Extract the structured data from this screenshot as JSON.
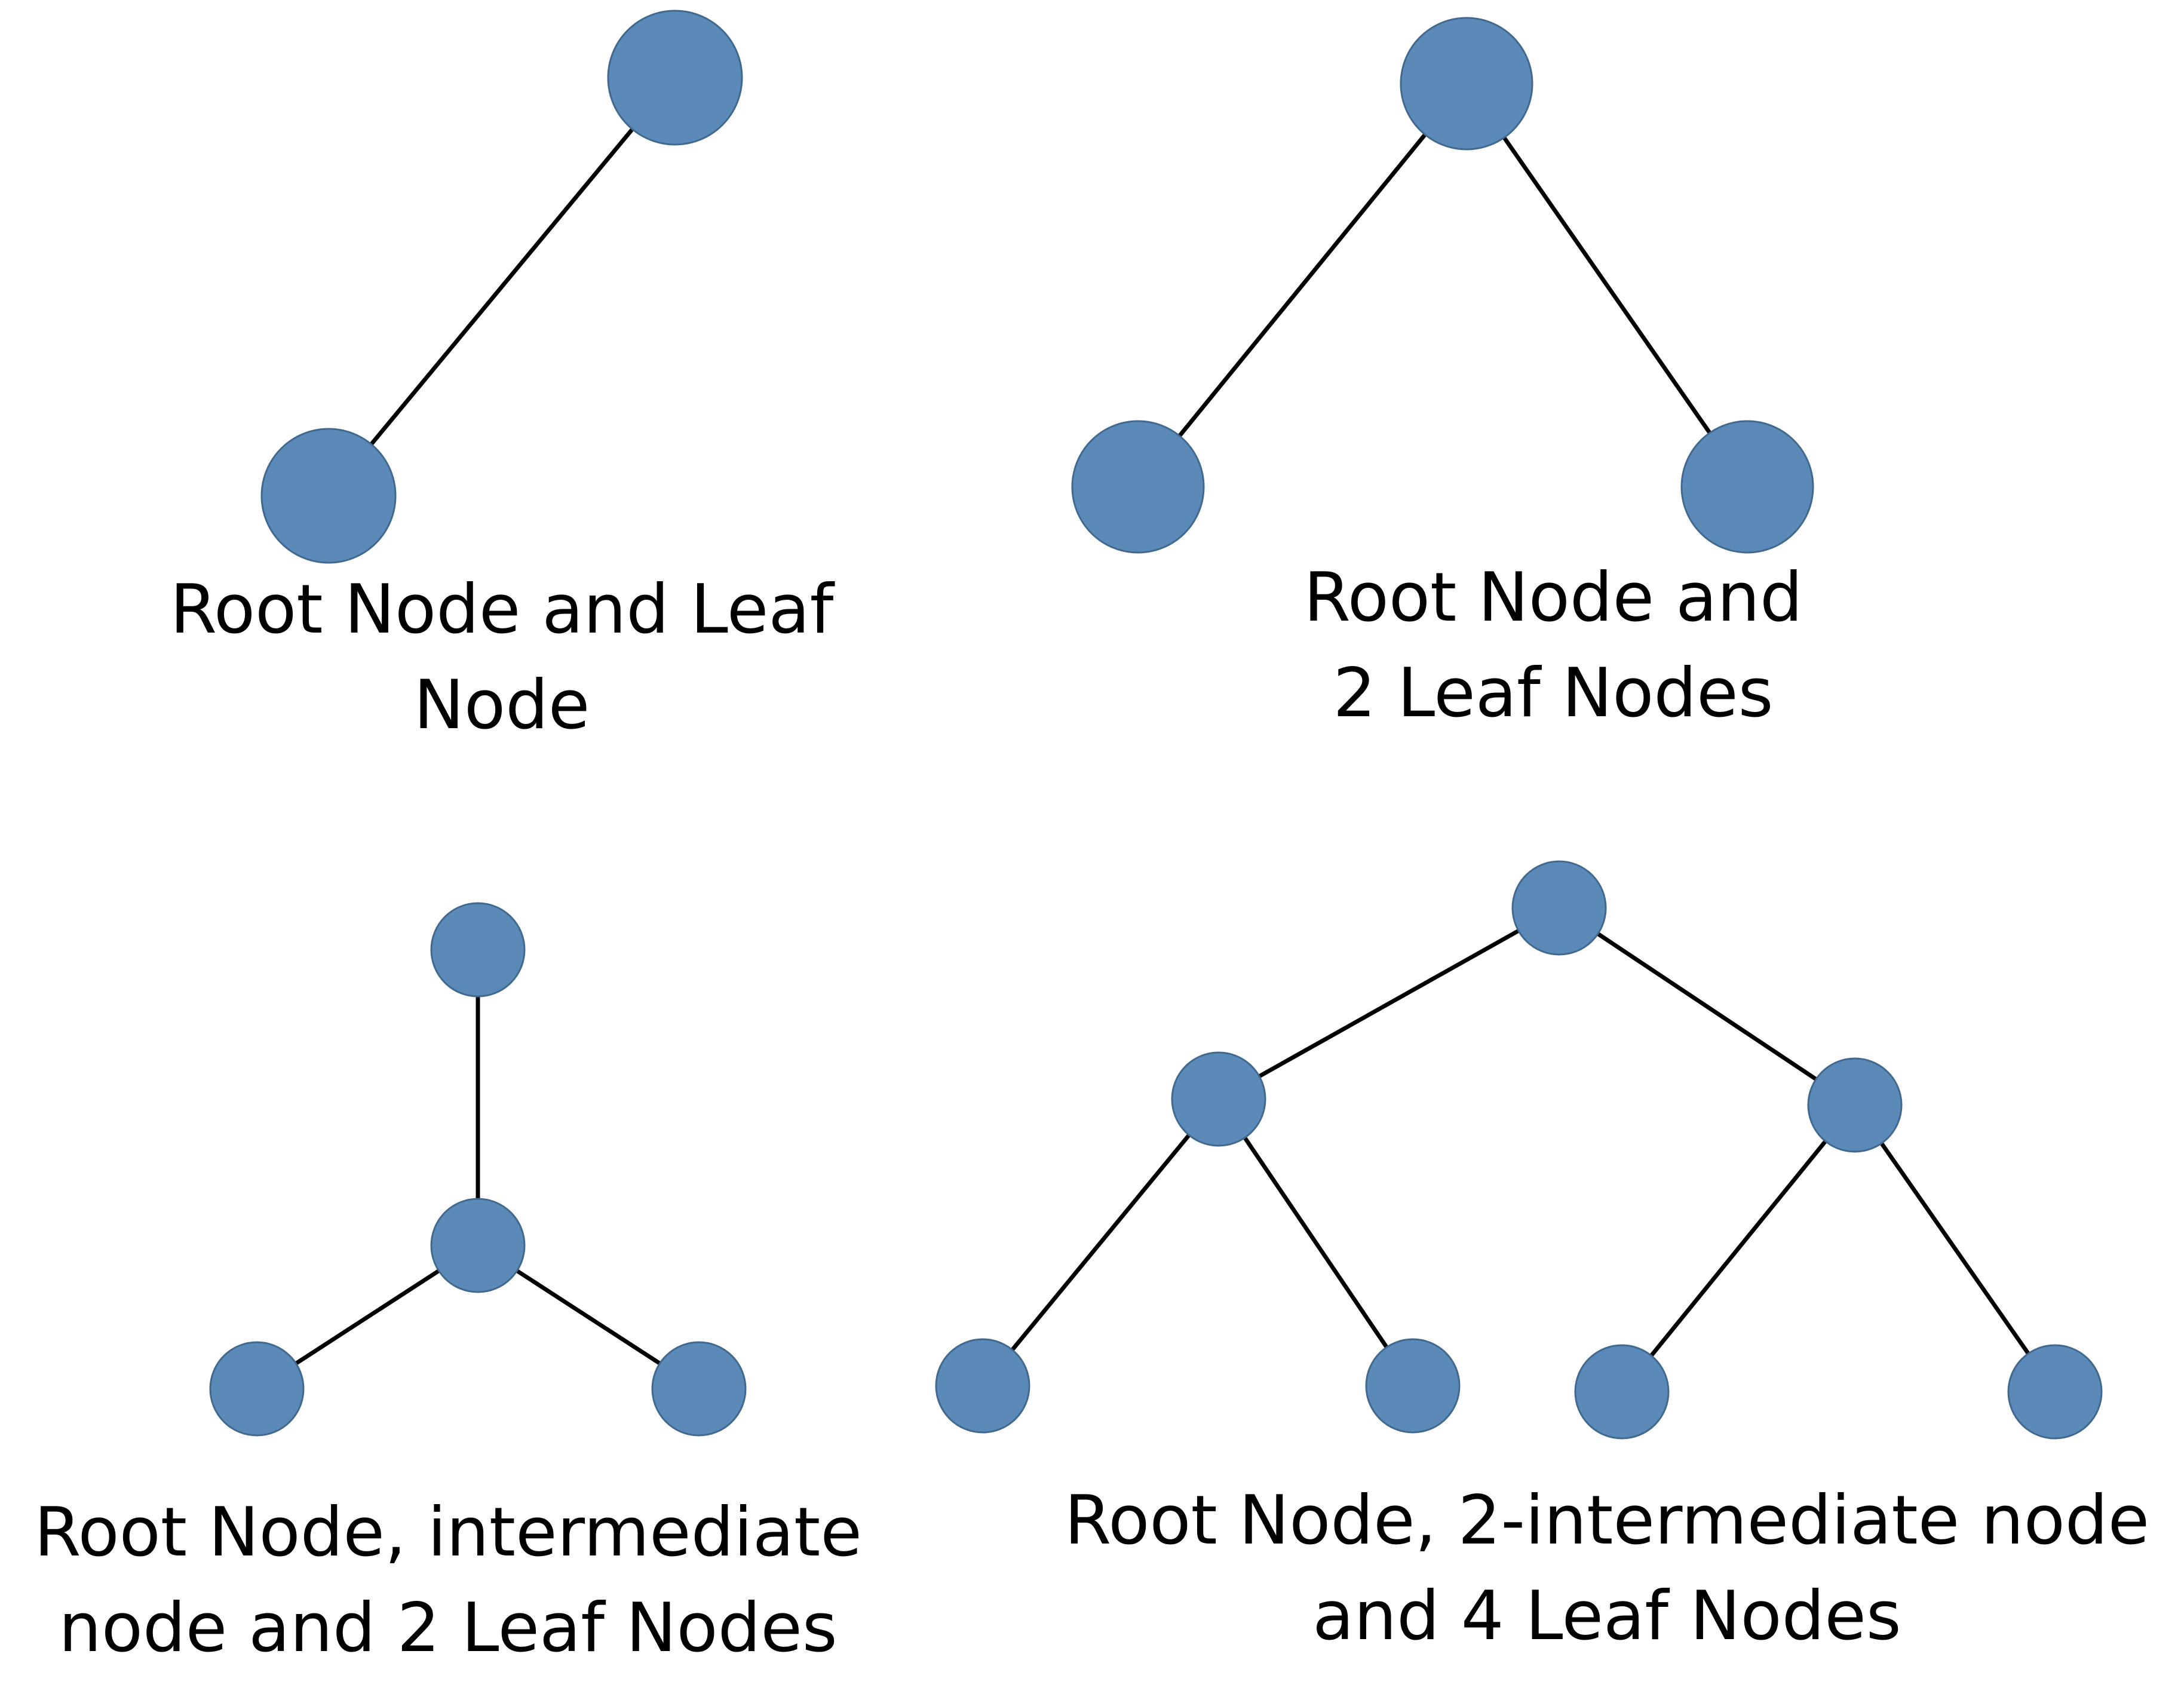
{
  "colors": {
    "node_fill": "#5b8ab9",
    "node_stroke": "#41698f",
    "edge": "#000000",
    "text": "#000000",
    "background": "#ffffff"
  },
  "diagrams": [
    {
      "id": "tree-1",
      "caption_lines": [
        "Root Node and Leaf",
        "Node"
      ],
      "nodes": [
        {
          "id": "root",
          "role": "root"
        },
        {
          "id": "leaf-1",
          "role": "leaf"
        }
      ],
      "edges": [
        [
          "root",
          "leaf-1"
        ]
      ]
    },
    {
      "id": "tree-2",
      "caption_lines": [
        "Root Node and",
        "2 Leaf Nodes"
      ],
      "nodes": [
        {
          "id": "root",
          "role": "root"
        },
        {
          "id": "leaf-1",
          "role": "leaf"
        },
        {
          "id": "leaf-2",
          "role": "leaf"
        }
      ],
      "edges": [
        [
          "root",
          "leaf-1"
        ],
        [
          "root",
          "leaf-2"
        ]
      ]
    },
    {
      "id": "tree-3",
      "caption_lines": [
        "Root Node, intermediate",
        "node and 2 Leaf Nodes"
      ],
      "nodes": [
        {
          "id": "root",
          "role": "root"
        },
        {
          "id": "intermediate-1",
          "role": "intermediate"
        },
        {
          "id": "leaf-1",
          "role": "leaf"
        },
        {
          "id": "leaf-2",
          "role": "leaf"
        }
      ],
      "edges": [
        [
          "root",
          "intermediate-1"
        ],
        [
          "intermediate-1",
          "leaf-1"
        ],
        [
          "intermediate-1",
          "leaf-2"
        ]
      ]
    },
    {
      "id": "tree-4",
      "caption_lines": [
        "Root Node, 2-intermediate node",
        "and 4 Leaf Nodes"
      ],
      "nodes": [
        {
          "id": "root",
          "role": "root"
        },
        {
          "id": "intermediate-1",
          "role": "intermediate"
        },
        {
          "id": "intermediate-2",
          "role": "intermediate"
        },
        {
          "id": "leaf-1",
          "role": "leaf"
        },
        {
          "id": "leaf-2",
          "role": "leaf"
        },
        {
          "id": "leaf-3",
          "role": "leaf"
        },
        {
          "id": "leaf-4",
          "role": "leaf"
        }
      ],
      "edges": [
        [
          "root",
          "intermediate-1"
        ],
        [
          "root",
          "intermediate-2"
        ],
        [
          "intermediate-1",
          "leaf-1"
        ],
        [
          "intermediate-1",
          "leaf-2"
        ],
        [
          "intermediate-2",
          "leaf-3"
        ],
        [
          "intermediate-2",
          "leaf-4"
        ]
      ]
    }
  ]
}
